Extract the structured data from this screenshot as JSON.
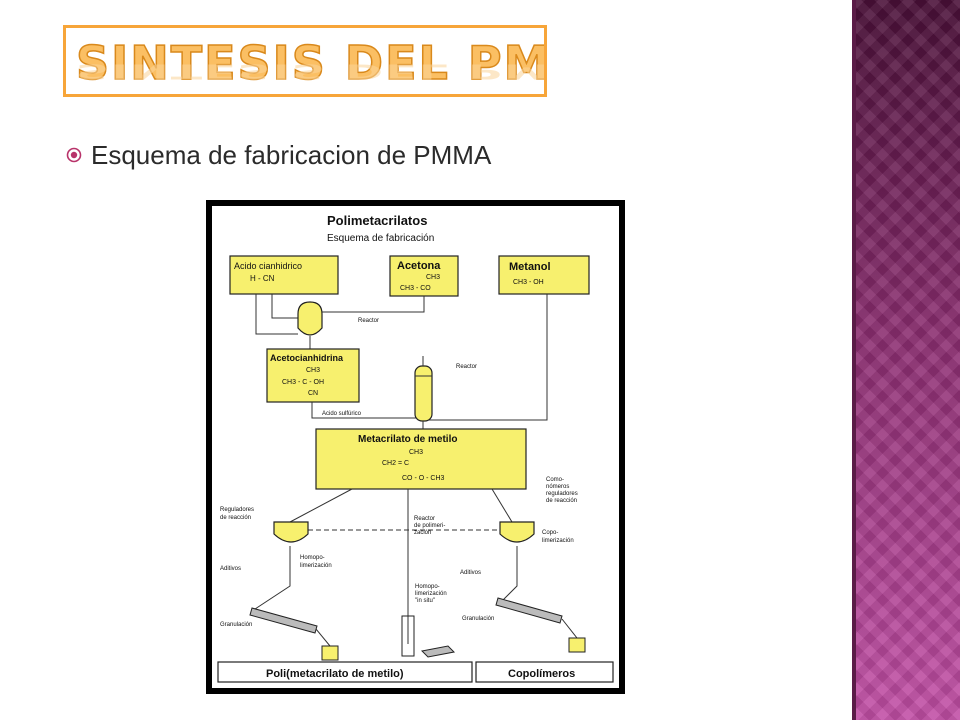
{
  "slide": {
    "title": "SINTESIS DEL PMMA",
    "bullet": "Esquema de fabricacion de PMMA",
    "bullet_icon": "circled-bullet-icon",
    "colors": {
      "title_fill": "#fbbf63",
      "title_border": "#f7a539",
      "band_top": "#4a1038",
      "band_bottom": "#c24fa6",
      "diagram_box": "#f7f06e"
    }
  },
  "diagram": {
    "header": "Polimetacrilatos",
    "subheader": "Esquema de fabricación",
    "inputs": [
      {
        "name": "Acido cianhidrico",
        "formula": "H - CN"
      },
      {
        "name": "Acetona",
        "formula_top": "CH3",
        "formula": "CH3 - CO"
      },
      {
        "name": "Metanol",
        "formula": "CH3 - OH"
      }
    ],
    "reactor_label_1": "Reactor",
    "reactor_label_2": "Reactor",
    "intermediate": {
      "name": "Acetocianhidrina",
      "f1": "CH3",
      "f2": "CH3 - C - OH",
      "f3": "CN"
    },
    "acid_label": "Acido sulfúrico",
    "monomer": {
      "name": "Metacrilato de metilo",
      "f1": "CH3",
      "f2": "CH2 = C",
      "f3": "CO - O - CH3"
    },
    "left_labels": {
      "regulators_1": "Reguladores",
      "regulators_2": "de reacción",
      "homopoly_1": "Homopo-",
      "homopoly_2": "limerización",
      "additives": "Aditivos",
      "granulation": "Granulación"
    },
    "center_labels": {
      "reactor_1": "Reactor",
      "reactor_2": "de polimeri-",
      "reactor_3": "zación",
      "insitu_1": "Homopo-",
      "insitu_2": "limerización",
      "insitu_3": "\"in situ\""
    },
    "right_labels": {
      "como_1": "Como-",
      "como_2": "nómeros",
      "como_3": "reguladores",
      "como_4": "de reacción",
      "copoly_1": "Copo-",
      "copoly_2": "limerización",
      "additives": "Aditivos",
      "granulation": "Granulación"
    },
    "outputs": [
      "Poli(metacrilato de metilo)",
      "Copolímeros"
    ]
  }
}
